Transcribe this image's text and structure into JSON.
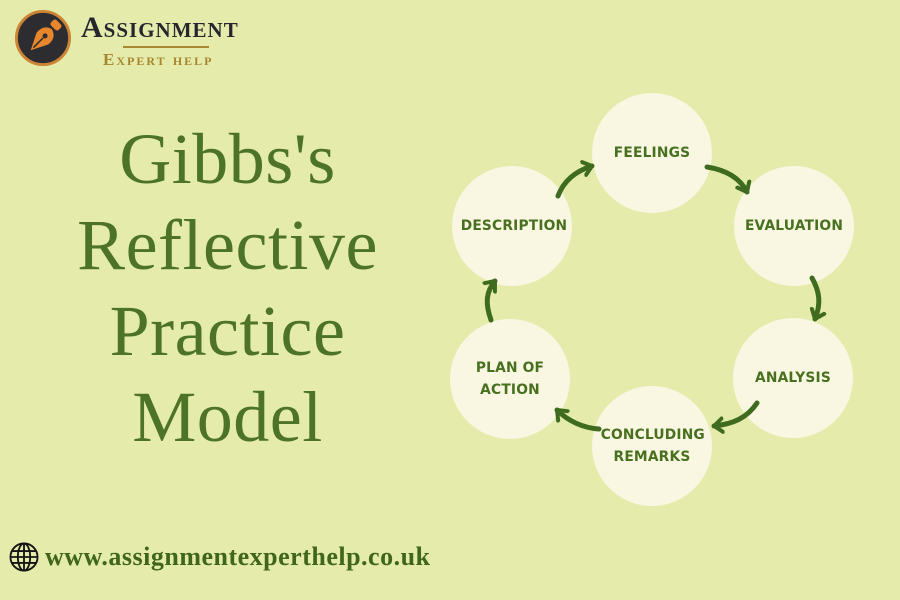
{
  "logo": {
    "brand": "Assignment",
    "subtitle": "Expert help"
  },
  "title": {
    "full": "Gibbs's Reflective Practice Model",
    "lines": [
      "Gibbs's",
      "Reflective",
      "Practice",
      "Model"
    ]
  },
  "diagram": {
    "type": "cycle",
    "steps": [
      {
        "id": "feelings",
        "label": "FEELINGS"
      },
      {
        "id": "evaluation",
        "label": "EVALUATION"
      },
      {
        "id": "analysis",
        "label": "ANALYSIS"
      },
      {
        "id": "concluding-remarks",
        "label": "CONCLUDING REMARKS"
      },
      {
        "id": "plan-of-action",
        "label": "PLAN OF ACTION"
      },
      {
        "id": "description",
        "label": "DESCRIPTION"
      }
    ],
    "arrows": [
      {
        "from": "description",
        "to": "feelings"
      },
      {
        "from": "feelings",
        "to": "evaluation"
      },
      {
        "from": "evaluation",
        "to": "analysis"
      },
      {
        "from": "analysis",
        "to": "concluding-remarks"
      },
      {
        "from": "concluding-remarks",
        "to": "plan-of-action"
      },
      {
        "from": "plan-of-action",
        "to": "description"
      }
    ]
  },
  "footer": {
    "url": "www.assignmentexperthelp.co.uk"
  },
  "colors": {
    "background": "#e5ecab",
    "circle_fill": "#f9f6e2",
    "circle_text": "#47701f",
    "title_text": "#4d7327",
    "arrow": "#3e6b1f",
    "url_text": "#40661c",
    "logo_circle": "#2d2d31",
    "logo_ring": "#cd8434",
    "logo_nib": "#e8862c",
    "logo_brand_text": "#26262e",
    "logo_gold": "#a8862f"
  }
}
